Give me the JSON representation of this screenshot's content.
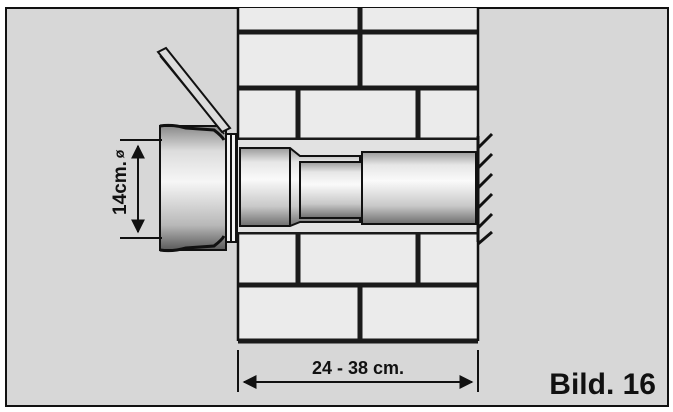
{
  "figure": {
    "label": "Bild. 16",
    "diameter_label": "14cm.",
    "diameter_symbol": "ø",
    "wall_thickness_label": "24 - 38 cm."
  },
  "colors": {
    "background": "#d7d7d7",
    "brick": "#ebebeb",
    "mortar": "#1a1a1a",
    "pipe_light": "#f4f4f4",
    "pipe_mid": "#c4c4c4",
    "pipe_dark": "#7c7c7c"
  }
}
